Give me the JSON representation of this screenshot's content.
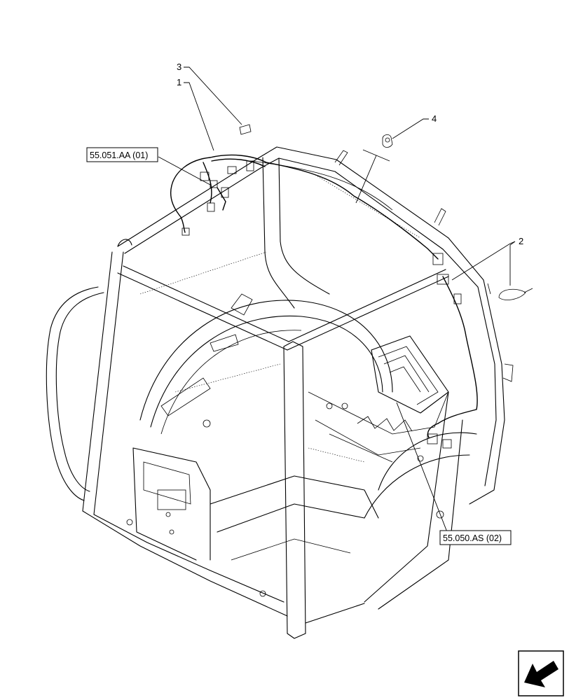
{
  "callouts": {
    "item1": "1",
    "item2": "2",
    "item3": "3",
    "item4": "4"
  },
  "references": {
    "ref_left": "55.051.AA (01)",
    "ref_right": "55.050.AS (02)"
  },
  "icons": {
    "corner": "view-direction-arrow-icon"
  }
}
